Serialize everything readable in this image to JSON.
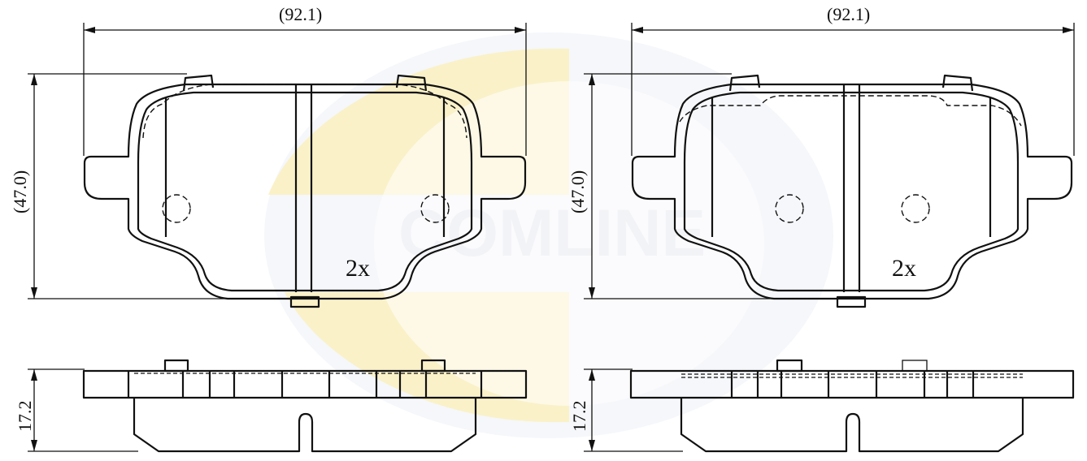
{
  "watermark": {
    "text": "COMLINE"
  },
  "pads": [
    {
      "width_dim": "(92.1)",
      "height_dim": "(47.0)",
      "quantity": "2x",
      "side_thickness": "17.2"
    },
    {
      "width_dim": "(92.1)",
      "height_dim": "(47.0)",
      "quantity": "2x",
      "side_thickness": "17.2"
    }
  ],
  "colors": {
    "line": "#111111",
    "watermark_yellow": "#fbf0c2",
    "watermark_blue": "#eef1f6"
  }
}
